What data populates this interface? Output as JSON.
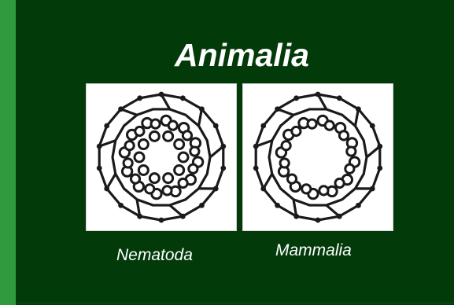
{
  "title": "Animalia",
  "colors": {
    "background": "#033a0a",
    "accent_bar": "#2f9a3e",
    "text": "#ffffff",
    "diagram_stroke": "#1a1a1a"
  },
  "panels": [
    {
      "caption": "Nematoda",
      "image": "nematoda-ring-diagram"
    },
    {
      "caption": "Mammalia",
      "image": "mammalia-ring-diagram"
    }
  ]
}
